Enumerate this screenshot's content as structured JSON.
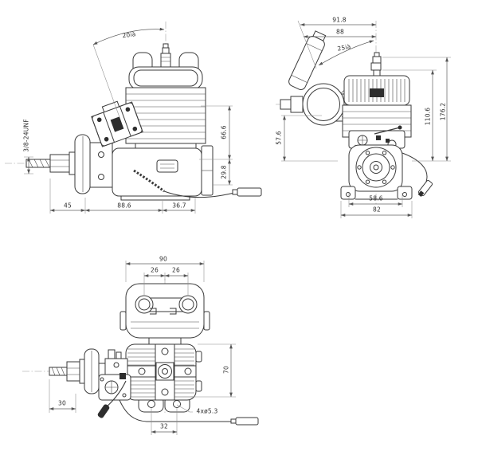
{
  "drawing": {
    "background": "#ffffff",
    "line_color": "#3a3a3a",
    "side_view": {
      "angle": "20ià",
      "shaft_thread": "3/8-24UNF",
      "dim_height_upper": "66.6",
      "dim_height_lower": "29.8",
      "dim_width_left": "45",
      "dim_width_mid": "88.6",
      "dim_width_right": "36.7"
    },
    "front_view": {
      "dim_width_outer": "91.8",
      "dim_width_inner": "88",
      "angle": "25ià",
      "dim_height_outer": "176.2",
      "dim_height_inner": "110.6",
      "dim_height_left": "57.6",
      "dim_base_inner": "58.6",
      "dim_base_outer": "82"
    },
    "top_view": {
      "dim_muffler_width": "90",
      "dim_port_left": "26",
      "dim_port_right": "26",
      "dim_body_height": "70",
      "dim_hub_width": "30",
      "mount_holes": "4xø5.3",
      "dim_hole_spacing": "32"
    }
  }
}
